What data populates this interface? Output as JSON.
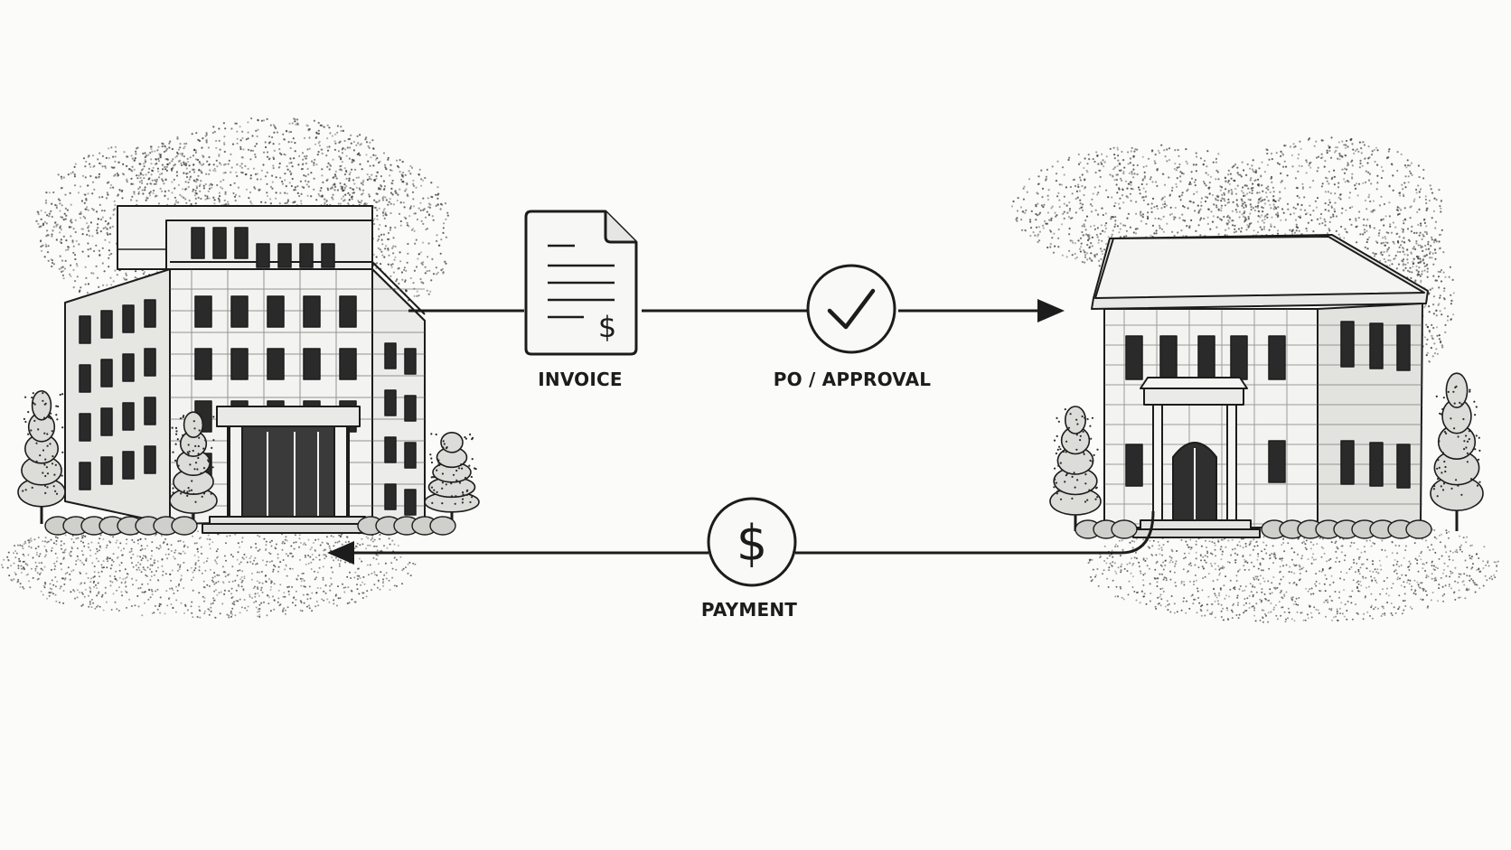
{
  "flow": {
    "invoice_label": "INVOICE",
    "approval_label": "PO / APPROVAL",
    "payment_label": "PAYMENT",
    "invoice_symbol": "$",
    "payment_symbol": "$"
  },
  "icons": {
    "invoice": "document-icon",
    "approval": "checkmark-circle-icon",
    "payment": "dollar-circle-icon"
  },
  "colors": {
    "ink": "#1c1c1c",
    "background": "#fbfbfa",
    "stipple": "#3a3a3a"
  }
}
